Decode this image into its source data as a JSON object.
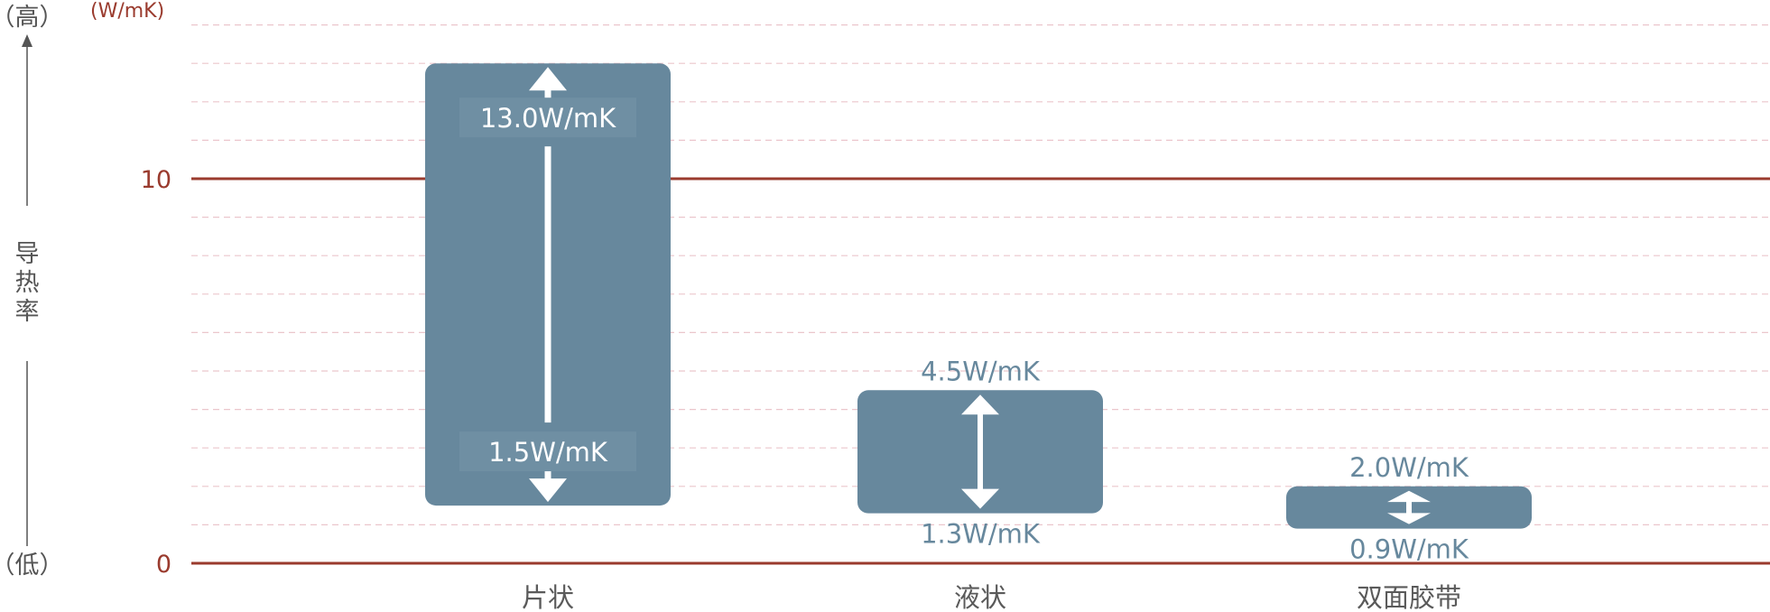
{
  "chart_data": {
    "type": "range-bar",
    "unit": "(W/mK)",
    "y_tick_labels": [
      "10",
      "0"
    ],
    "y_ticks": [
      10,
      0
    ],
    "ylim": [
      0,
      14.2
    ],
    "y_axis_label": "导热率",
    "y_axis_high": "（高）",
    "y_axis_low": "（低）",
    "grid": "dashed minor gridlines every 1 W/mK",
    "categories": [
      "片状",
      "液状",
      "双面胶带"
    ],
    "ranges": [
      {
        "category": "片状",
        "low": 1.5,
        "high": 13.0,
        "low_label": "1.5W/mK",
        "high_label": "13.0W/mK"
      },
      {
        "category": "液状",
        "low": 1.3,
        "high": 4.5,
        "low_label": "1.3W/mK",
        "high_label": "4.5W/mK"
      },
      {
        "category": "双面胶带",
        "low": 0.9,
        "high": 2.0,
        "low_label": "0.9W/mK",
        "high_label": "2.0W/mK"
      }
    ],
    "colors": {
      "bar": "#67889d",
      "axis_line": "#9a3b2e",
      "axis_text": "#9a3b2e",
      "grid": "#ebc6cc",
      "category_text": "#5a5a5a",
      "side_text": "#555555",
      "value_label_outside": "#67889d",
      "value_label_inside": "#ffffff",
      "label_box": "#6f8fa3"
    }
  }
}
